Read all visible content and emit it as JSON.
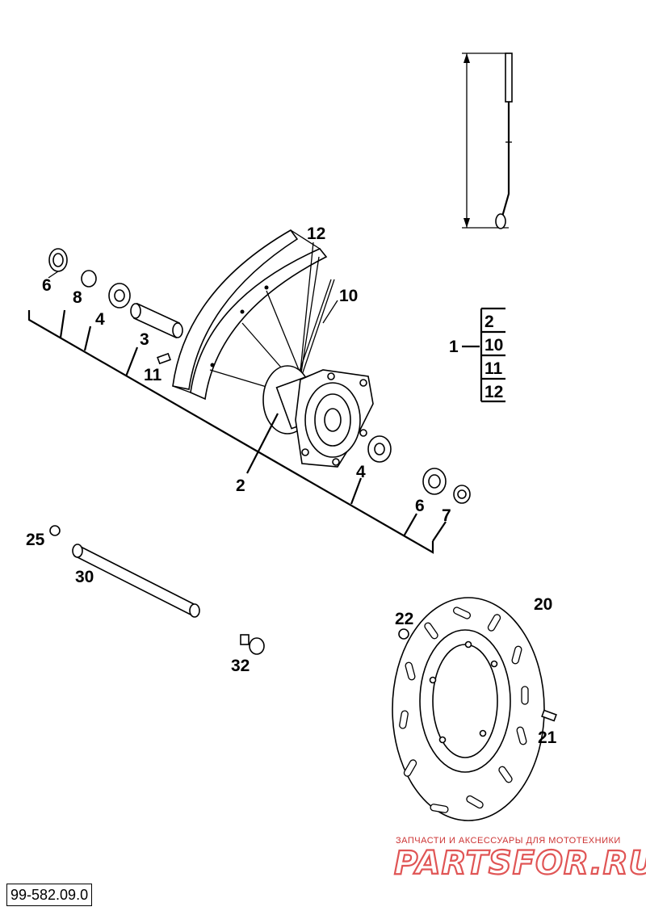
{
  "callouts": [
    {
      "id": "c12a",
      "text": "12"
    },
    {
      "id": "c10",
      "text": "10"
    },
    {
      "id": "c6a",
      "text": "6"
    },
    {
      "id": "c8",
      "text": "8"
    },
    {
      "id": "c4a",
      "text": "4"
    },
    {
      "id": "c3",
      "text": "3"
    },
    {
      "id": "c11",
      "text": "11"
    },
    {
      "id": "c2",
      "text": "2"
    },
    {
      "id": "c4b",
      "text": "4"
    },
    {
      "id": "c6b",
      "text": "6"
    },
    {
      "id": "c7",
      "text": "7"
    },
    {
      "id": "c25",
      "text": "25"
    },
    {
      "id": "c30",
      "text": "30"
    },
    {
      "id": "c32",
      "text": "32"
    },
    {
      "id": "c22",
      "text": "22"
    },
    {
      "id": "c20",
      "text": "20"
    },
    {
      "id": "c21",
      "text": "21"
    }
  ],
  "assembly": {
    "parent": "1",
    "members": [
      "2",
      "10",
      "11",
      "12"
    ]
  },
  "watermark": {
    "tagline": "ЗАПЧАСТИ И АКСЕССУАРЫ ДЛЯ МОТОТЕХНИКИ",
    "brand": "PARTSFOR.RU"
  },
  "drawing_code": "99-582.09.0"
}
